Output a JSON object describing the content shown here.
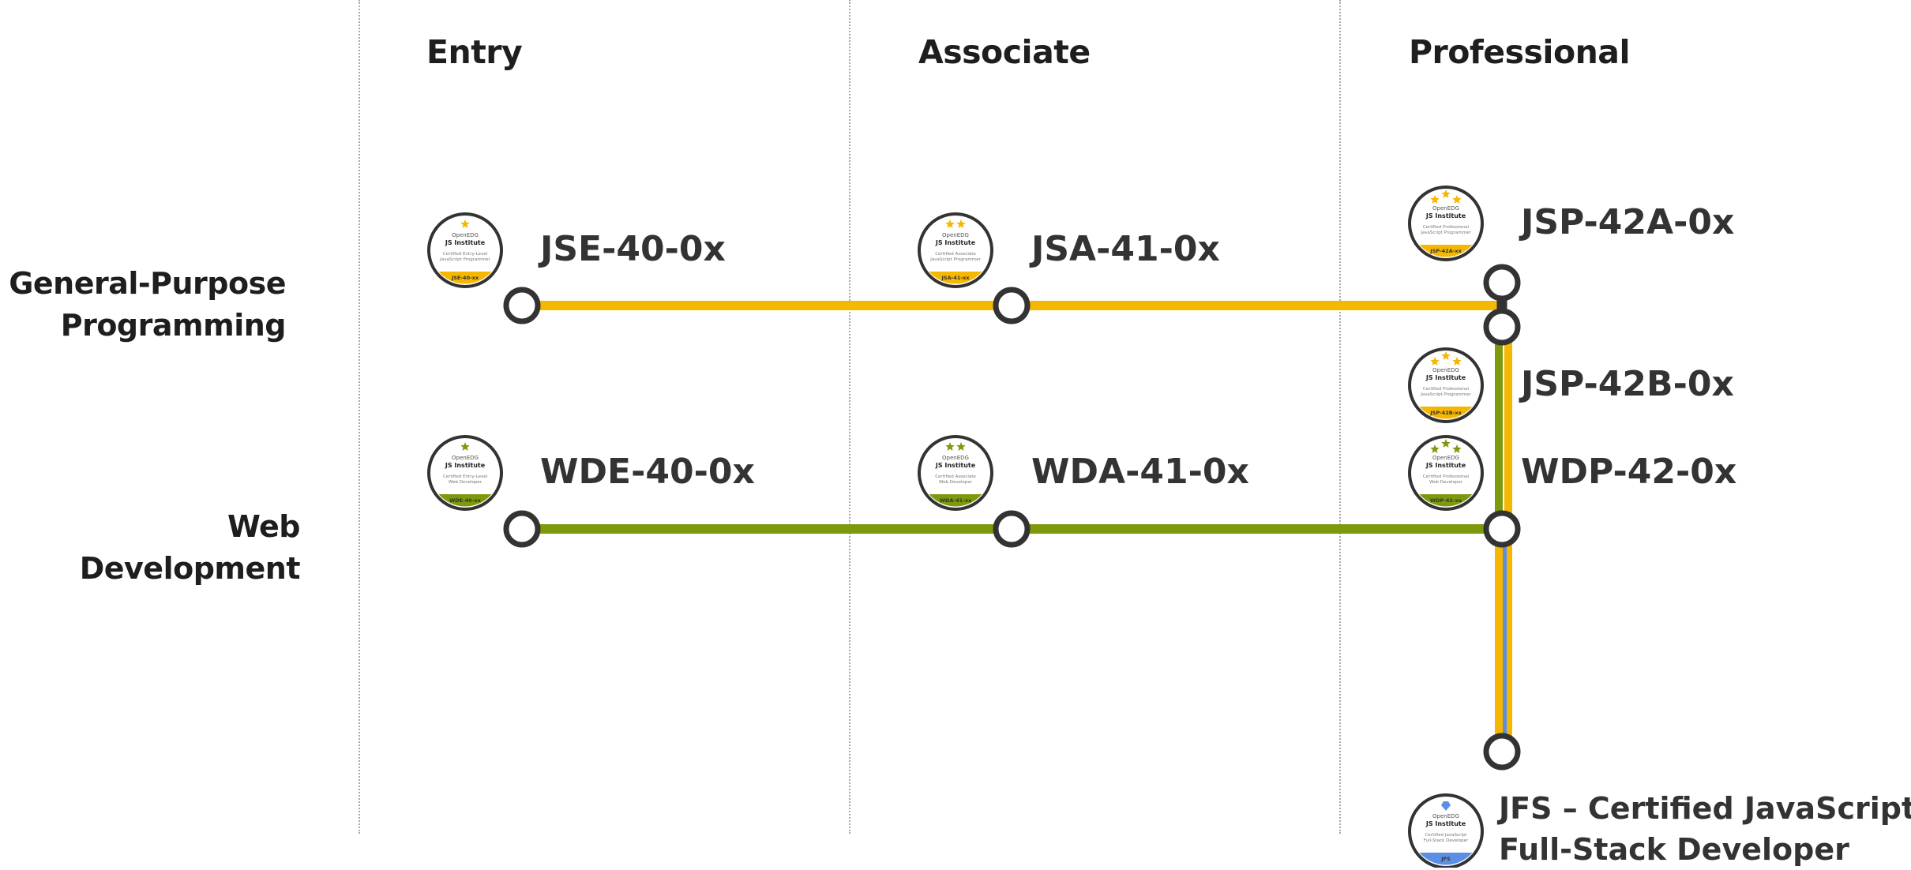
{
  "levels": [
    "Entry",
    "Associate",
    "Professional"
  ],
  "tracks": [
    "General-Purpose Programming",
    "Web Development"
  ],
  "track_lines": {
    "general_purpose": [
      "General-Purpose",
      "Programming"
    ],
    "web": [
      "Web Development"
    ]
  },
  "colors": {
    "programming": "#f5b700",
    "web": "#7d9a0c",
    "fullstack": "#5b8fe6",
    "node_ring": "#333333",
    "divider": "#a8a8a8"
  },
  "certs": {
    "jse": {
      "code": "JSE-40-0x",
      "org": "OpenEDG",
      "institute": "JS Institute",
      "desc": [
        "Certified Entry-Level",
        "JavaScript Programmer"
      ],
      "band": "JSE-40-xx",
      "stars": 1,
      "color": "#f5b700"
    },
    "jsa": {
      "code": "JSA-41-0x",
      "org": "OpenEDG",
      "institute": "JS Institute",
      "desc": [
        "Certified Associate",
        "JavaScript Programmer"
      ],
      "band": "JSA-41-xx",
      "stars": 2,
      "color": "#f5b700"
    },
    "jsp_a": {
      "code": "JSP-42A-0x",
      "org": "OpenEDG",
      "institute": "JS Institute",
      "desc": [
        "Certified Professional",
        "JavaScript Programmer"
      ],
      "band": "JSP-42A-xx",
      "stars": 3,
      "color": "#f5b700"
    },
    "jsp_b": {
      "code": "JSP-42B-0x",
      "org": "OpenEDG",
      "institute": "JS Institute",
      "desc": [
        "Certified Professional",
        "JavaScript Programmer"
      ],
      "band": "JSP-42B-xx",
      "stars": 3,
      "color": "#f5b700"
    },
    "wde": {
      "code": "WDE-40-0x",
      "org": "OpenEDG",
      "institute": "JS Institute",
      "desc": [
        "Certified Entry-Level",
        "Web Developer"
      ],
      "band": "WDE-40-xx",
      "stars": 1,
      "color": "#7d9a0c"
    },
    "wda": {
      "code": "WDA-41-0x",
      "org": "OpenEDG",
      "institute": "JS Institute",
      "desc": [
        "Certified Associate",
        "Web Developer"
      ],
      "band": "WDA-41-xx",
      "stars": 2,
      "color": "#7d9a0c"
    },
    "wdp": {
      "code": "WDP-42-0x",
      "org": "OpenEDG",
      "institute": "JS Institute",
      "desc": [
        "Certified Professional",
        "Web Developer"
      ],
      "band": "WDP-42-xx",
      "stars": 3,
      "color": "#7d9a0c"
    },
    "jfs": {
      "org": "OpenEDG",
      "institute": "JS Institute",
      "desc": [
        "Certified JavaScript",
        "Full-Stack Developer"
      ],
      "band": "JFS",
      "stars": 0,
      "color": "#5b8fe6",
      "icon": "diamond-icon"
    }
  },
  "jfs_title": [
    "JFS – Certified JavaScript",
    "Full-Stack Developer"
  ]
}
